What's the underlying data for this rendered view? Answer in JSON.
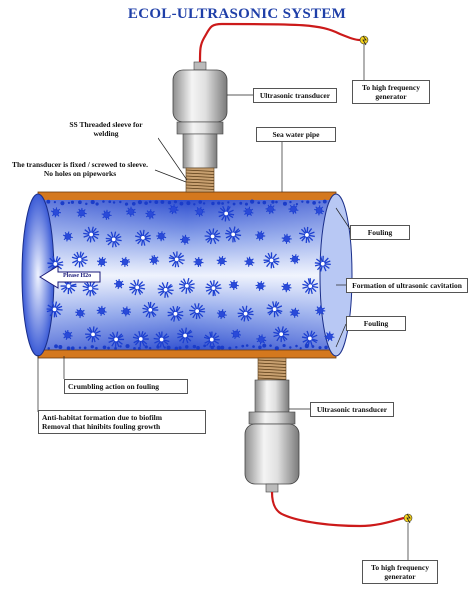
{
  "title": "ECOL-ULTRASONIC SYSTEM",
  "labels": {
    "hf_gen_top": "To high frequency generator",
    "transducer_top": "Ultrasonic transducer",
    "ss_sleeve": "SS Threaded sleeve for welding",
    "sea_water_pipe": "Sea water pipe",
    "fixed_note_line1": "The transducer is fixed / screwed to sleeve.",
    "fixed_note_line2": "No holes on pipeworks",
    "fouling_top": "Fouling",
    "cavitation": "Formation of ultrasonic cavitation",
    "fouling_bottom": "Fouling",
    "crumbling": "Crumbling action on fouling",
    "anti_habitat_line1": "Anti-habitat formation due to biofilm",
    "anti_habitat_line2": "Removal that hinibits fouling growth",
    "transducer_bottom": "Ultrasonic transducer",
    "hf_gen_bottom": "To high frequency generator",
    "flow_arrow": "Please H2o"
  },
  "colors": {
    "title": "#1f3fa8",
    "pipe_wall": "#d4781e",
    "water_light": "#e6eefc",
    "water_dark": "#3a5ad6",
    "cable": "#cc1a1a",
    "transducer": "#d8d8d8"
  }
}
